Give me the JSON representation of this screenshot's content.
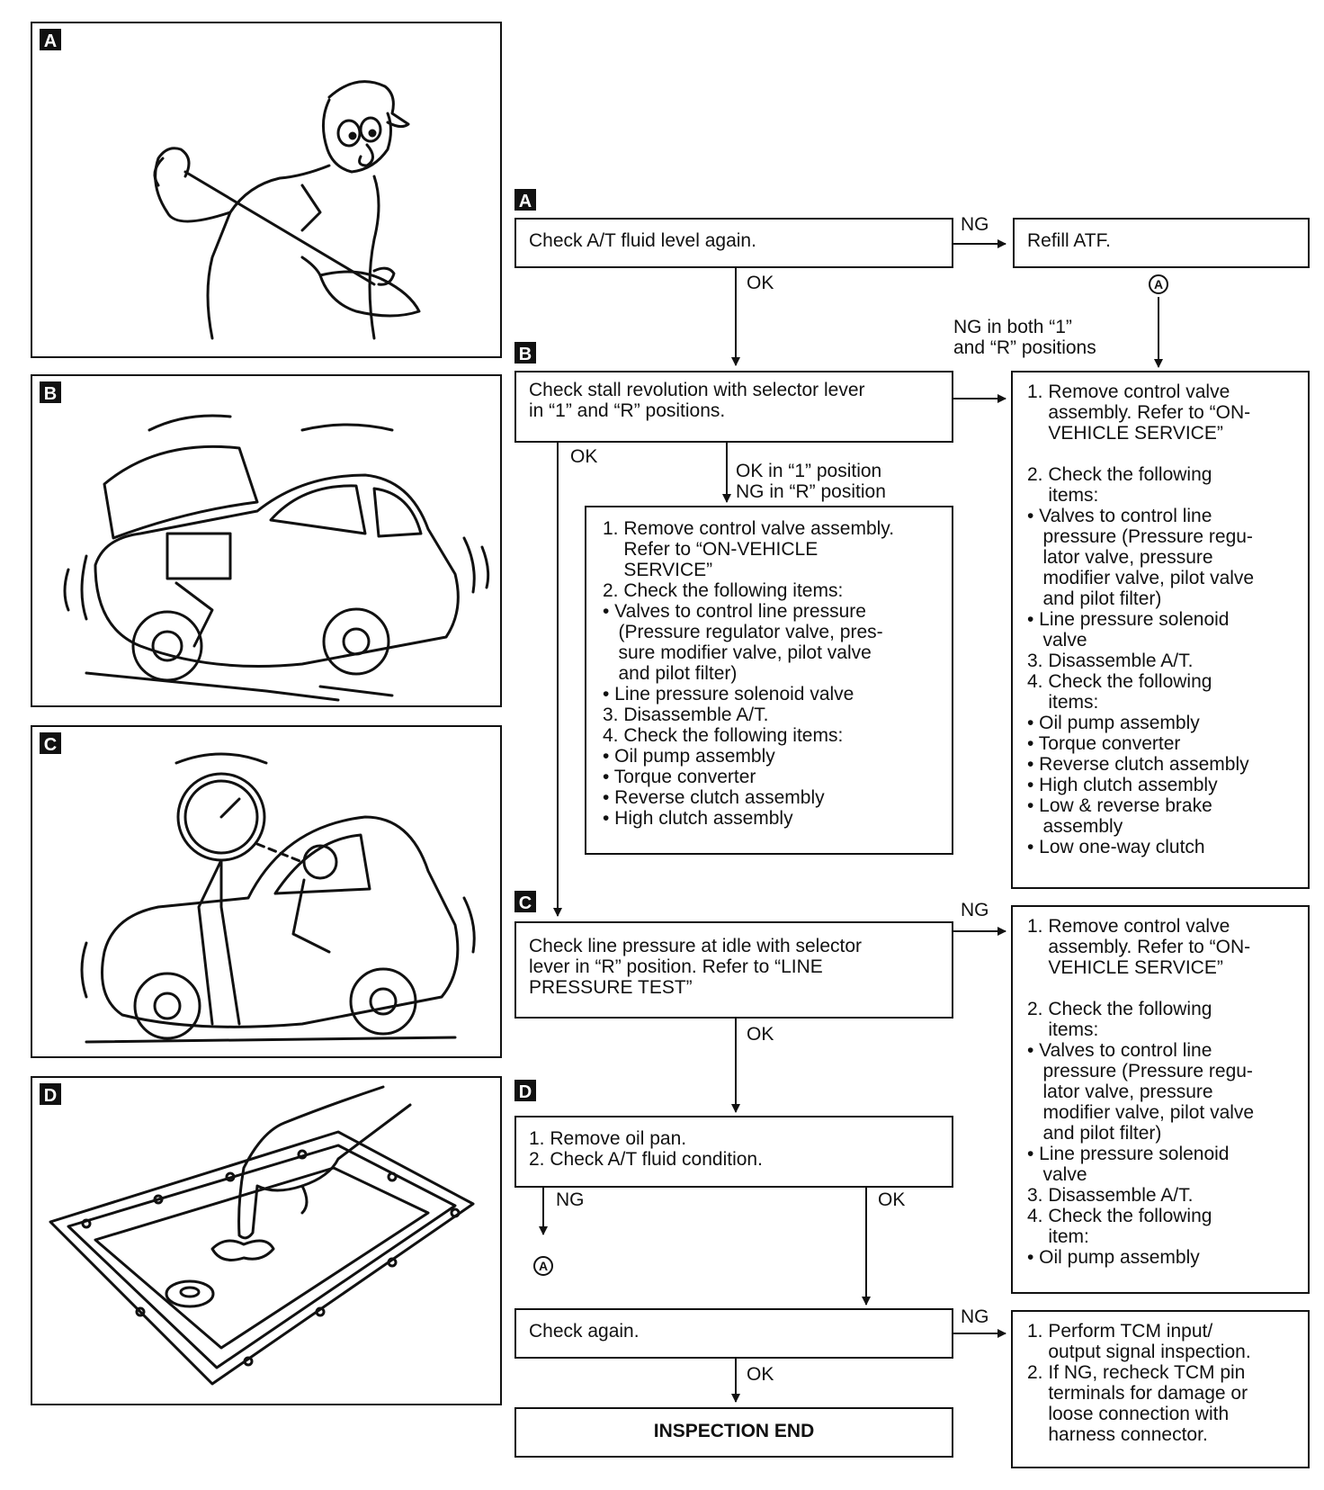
{
  "panels": [
    {
      "tag": "A"
    },
    {
      "tag": "B"
    },
    {
      "tag": "C"
    },
    {
      "tag": "D"
    }
  ],
  "flow": {
    "tags": {
      "a": "A",
      "b": "B",
      "c": "C",
      "d": "D"
    },
    "check_fluid": "Check A/T fluid level again.",
    "refill": "Refill ATF.",
    "stall_check": "Check stall revolution with selector lever\nin “1” and “R” positions.",
    "line_pressure_check": "Check line pressure at idle with selector\nlever in “R” position. Refer to “LINE\nPRESSURE TEST”",
    "oil_pan": "1. Remove oil pan.\n2. Check A/T fluid condition.",
    "check_again": "Check again.",
    "inspection_end": "INSPECTION END",
    "circle_a": "A",
    "labels": {
      "ng1": "NG",
      "ok1": "OK",
      "ng_both": "NG in both “1”\nand “R” positions",
      "ok_stall": "OK",
      "ok1_ngr": "OK in “1” position\nNG in “R” position",
      "ng_line": "NG",
      "ok_line": "OK",
      "ng_pan": "NG",
      "ok_pan": "OK",
      "ng_again": "NG",
      "ok_again": "OK"
    }
  },
  "box_middle": {
    "lines": [
      "1. Remove control valve assembly.",
      "    Refer to “ON-VEHICLE",
      "    SERVICE”",
      "2. Check the following items:",
      "• Valves to control line pressure",
      "   (Pressure regulator valve, pres-",
      "   sure modifier valve, pilot valve",
      "   and pilot filter)",
      "• Line pressure solenoid valve",
      "3. Disassemble A/T.",
      "4. Check the following items:",
      "• Oil pump assembly",
      "• Torque converter",
      "• Reverse clutch assembly",
      "• High clutch assembly"
    ]
  },
  "box_right_top": {
    "lines": [
      "1. Remove control valve",
      "    assembly. Refer to “ON-",
      "    VEHICLE SERVICE”",
      "",
      "2. Check the following",
      "    items:",
      "• Valves to control line",
      "   pressure (Pressure regu-",
      "   lator valve, pressure",
      "   modifier valve, pilot valve",
      "   and pilot filter)",
      "• Line pressure solenoid",
      "   valve",
      "3. Disassemble A/T.",
      "4. Check the following",
      "    items:",
      "• Oil pump assembly",
      "• Torque converter",
      "• Reverse clutch assembly",
      "• High clutch assembly",
      "• Low & reverse brake",
      "   assembly",
      "• Low one-way clutch"
    ]
  },
  "box_right_mid": {
    "lines": [
      "1. Remove control valve",
      "    assembly. Refer to “ON-",
      "    VEHICLE SERVICE”",
      "",
      "2. Check the following",
      "    items:",
      "• Valves to control line",
      "   pressure (Pressure regu-",
      "   lator valve, pressure",
      "   modifier valve, pilot valve",
      "   and pilot filter)",
      "• Line pressure solenoid",
      "   valve",
      "3. Disassemble A/T.",
      "4. Check the following",
      "    item:",
      "• Oil pump assembly"
    ]
  },
  "box_right_bottom": {
    "lines": [
      "1. Perform TCM input/",
      "    output signal inspection.",
      "2. If NG, recheck TCM pin",
      "    terminals for damage or",
      "    loose connection with",
      "    harness connector."
    ]
  }
}
